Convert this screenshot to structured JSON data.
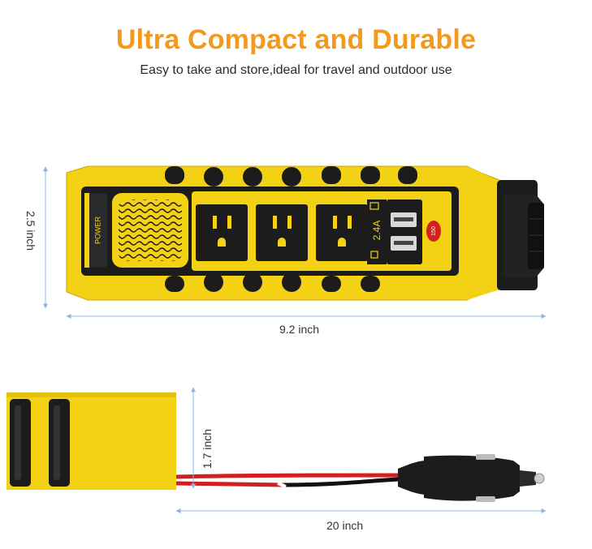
{
  "header": {
    "title": "Ultra Compact and Durable",
    "subtitle": "Easy to take and store,ideal for travel and outdoor use"
  },
  "inverter_top": {
    "power_label": "POWER",
    "usb_rating": "2.4A",
    "wattage_badge": "150",
    "outlet_count": 3,
    "usb_port_count": 2
  },
  "dimensions": {
    "height_top": "2.5 inch",
    "length_top": "9.2 inch",
    "height_side": "1.7 inch",
    "cable_length": "20 inch"
  },
  "colors": {
    "accent_title": "#f39a1c",
    "body_yellow": "#f3d115",
    "body_black": "#1c1c1c",
    "dimension_line": "#8fb4e0",
    "cable_red": "#d21f1f"
  }
}
